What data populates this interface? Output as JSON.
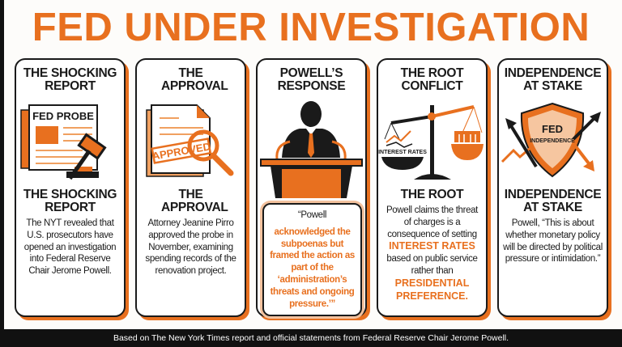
{
  "title": "FED UNDER INVESTIGATION",
  "cards": [
    {
      "heading": "THE SHOCKING REPORT",
      "icon_label": "FED PROBE",
      "subheading": "THE SHOCKING REPORT",
      "body": "The NYT revealed that U.S. prosecutors have opened an investigation into Federal Reserve Chair Jerome Powell."
    },
    {
      "heading": "THE APPROVAL",
      "icon_label": "APPROVED",
      "subheading": "THE APPROVAL",
      "body": "Attorney Jeanine Pirro approved the probe in November, examining spending records of the renovation project."
    },
    {
      "heading": "POWELL’S RESPONSE",
      "quote_open": "“Powell",
      "quote": "acknowledged the subpoenas but framed the action as part of the ‘administration’s threats and ongoing pressure.’”"
    },
    {
      "heading": "THE ROOT CONFLICT",
      "icon_label": "INTEREST RATES",
      "subheading": "THE ROOT",
      "body_1": "Powell claims the threat of charges is a consequence of setting",
      "highlight_1": "INTEREST RATES",
      "body_2": "based on public service rather than",
      "highlight_2": "PRESIDENTIAL PREFERENCE."
    },
    {
      "heading": "INDEPENDENCE AT STAKE",
      "icon_label_1": "FED",
      "icon_label_2": "INDEPENDENCE",
      "subheading": "INDEPENDENCE AT STAKE",
      "body": "Powell, “This is about whether monetary policy will be directed by political pressure or intimidation.”"
    }
  ],
  "footer": "Based on The New York Times report and official statements from Federal Reserve Chair Jerome Powell.",
  "colors": {
    "accent": "#e8701f",
    "ink": "#1a1a1a"
  }
}
